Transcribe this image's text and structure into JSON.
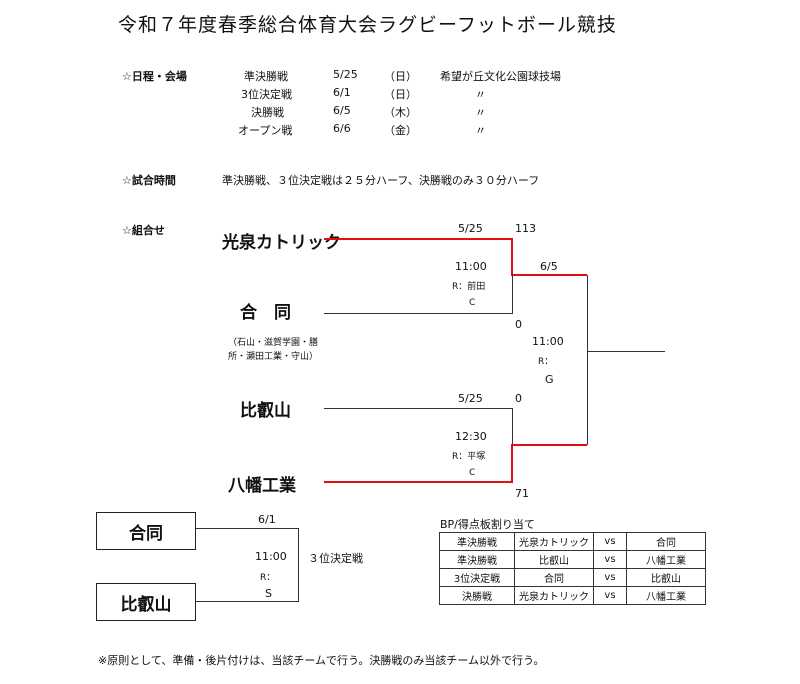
{
  "title": "令和７年度春季総合体育大会ラグビーフットボール競技",
  "schedule": {
    "heading": "☆日程・会場",
    "rows": [
      {
        "round": "準決勝戦",
        "date": "5/25",
        "day": "（日）",
        "venue": "希望が丘文化公園球技場"
      },
      {
        "round": "3位決定戦",
        "date": "6/1",
        "day": "（日）",
        "venue": "〃"
      },
      {
        "round": "決勝戦",
        "date": "6/5",
        "day": "（木）",
        "venue": "〃"
      },
      {
        "round": "オープン戦",
        "date": "6/6",
        "day": "（金）",
        "venue": "〃"
      }
    ]
  },
  "match_time": {
    "heading": "☆試合時間",
    "text": "準決勝戦、３位決定戦は２５分ハーフ、決勝戦のみ３０分ハーフ"
  },
  "bracket": {
    "heading": "☆組合せ",
    "teams": {
      "t1": "光泉カトリック",
      "t2": "合　同",
      "t2_note_1": "（石山・滋賀学園・膳",
      "t2_note_2": "所・瀬田工業・守山）",
      "t3": "比叡山",
      "t4": "八幡工業"
    },
    "semi1": {
      "date": "5/25",
      "score_top": "113",
      "score_bottom": "0",
      "time": "11:00",
      "referee": "R：前田",
      "ground": "C"
    },
    "semi2": {
      "date": "5/25",
      "score_top": "0",
      "score_bottom": "71",
      "time": "12:30",
      "referee": "R：平塚",
      "ground": "C"
    },
    "final": {
      "date": "6/5",
      "time": "11:00",
      "referee": "R：",
      "ground": "G"
    }
  },
  "third_place": {
    "team_top": "合同",
    "team_bottom": "比叡山",
    "date": "6/1",
    "time": "11:00",
    "referee": "R：",
    "ground": "S",
    "label": "３位決定戦"
  },
  "assignment": {
    "title": "BP/得点板割り当て",
    "rows": [
      [
        "準決勝戦",
        "光泉カトリック",
        "vs",
        "合同"
      ],
      [
        "準決勝戦",
        "比叡山",
        "vs",
        "八幡工業"
      ],
      [
        "3位決定戦",
        "合同",
        "vs",
        "比叡山"
      ],
      [
        "決勝戦",
        "光泉カトリック",
        "vs",
        "八幡工業"
      ]
    ]
  },
  "footnote": "※原則として、準備・後片付けは、当該チームで行う。決勝戦のみ当該チーム以外で行う。",
  "colors": {
    "winner_line": "#e01010",
    "line": "#333333"
  }
}
